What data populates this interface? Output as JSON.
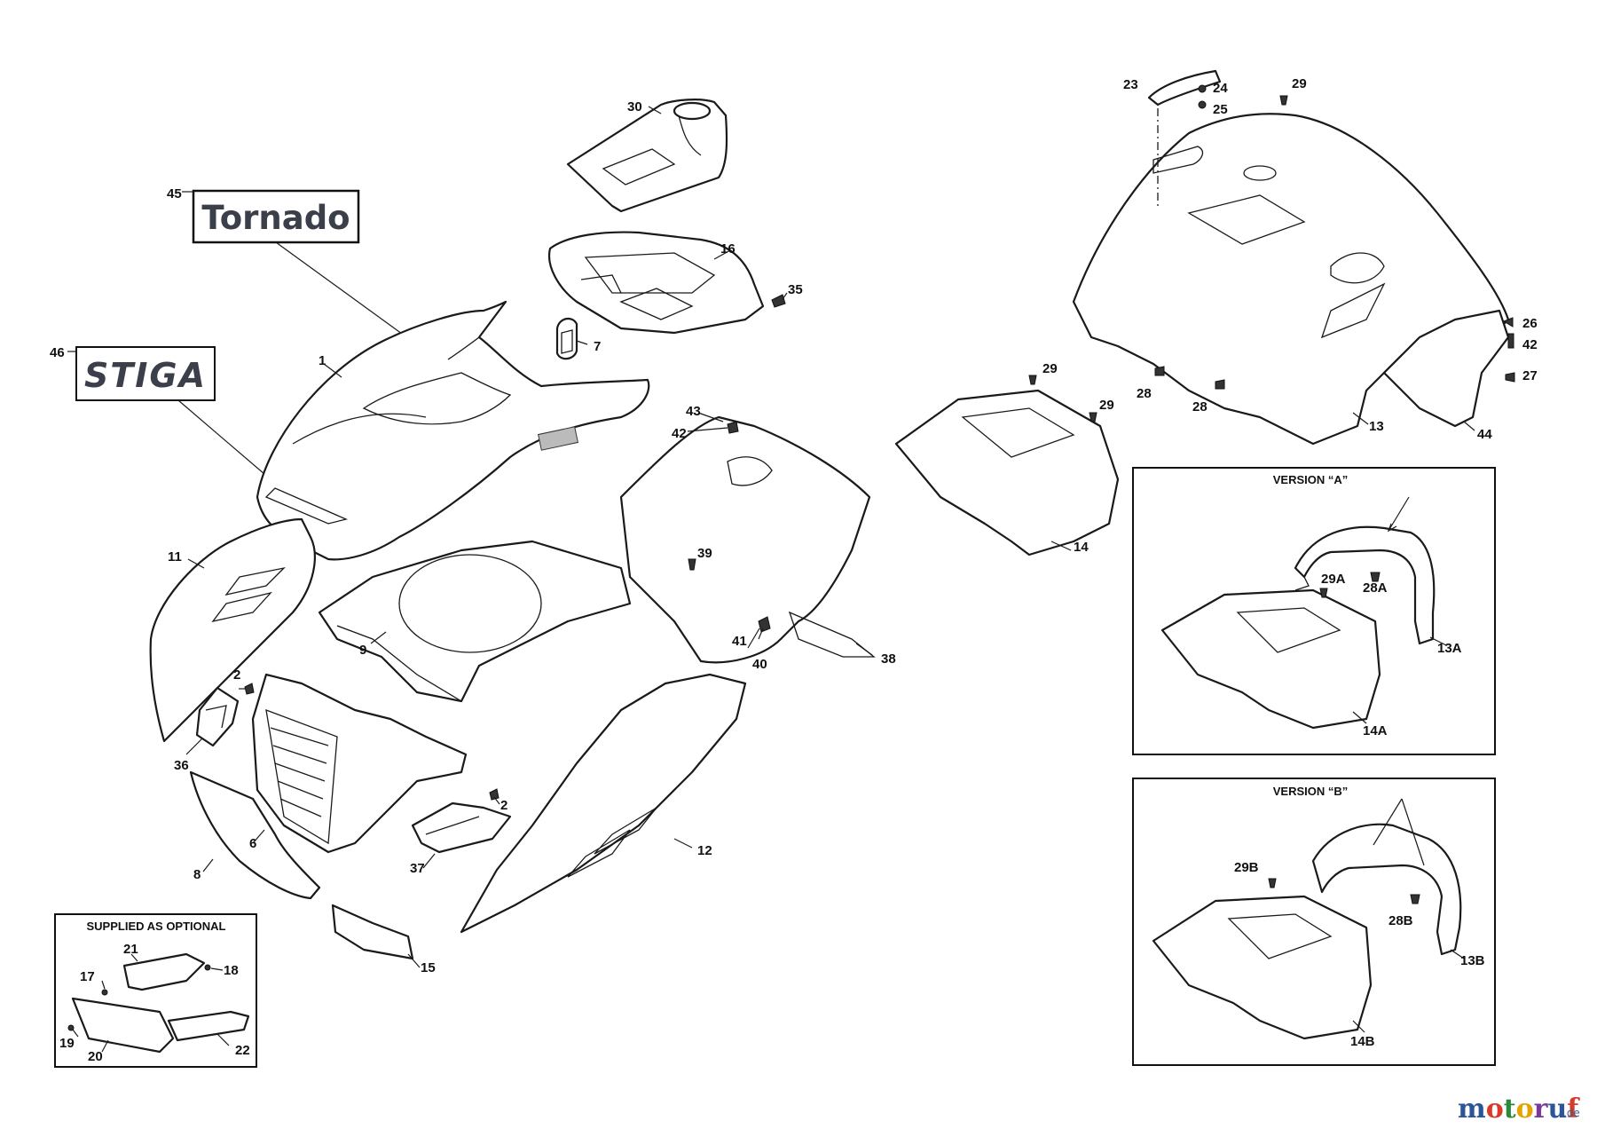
{
  "decals": {
    "tornado": "Tornado",
    "stiga": "STIGA"
  },
  "boxes": {
    "optional": "SUPPLIED AS OPTIONAL",
    "version_a": "VERSION “A”",
    "version_b": "VERSION “B”"
  },
  "watermark": {
    "brand": "motoruf",
    "suffix": ".de",
    "colors": [
      "#2a5599",
      "#d93a2b",
      "#2a8a3a",
      "#e6a300",
      "#7a3a99",
      "#2a5599",
      "#d93a2b"
    ]
  },
  "parts": {
    "p1": "1",
    "p2a": "2",
    "p2b": "2",
    "p6": "6",
    "p7": "7",
    "p8": "8",
    "p9": "9",
    "p11": "11",
    "p12": "12",
    "p13": "13",
    "p14": "14",
    "p15": "15",
    "p16": "16",
    "p17": "17",
    "p18": "18",
    "p19": "19",
    "p20": "20",
    "p21": "21",
    "p22": "22",
    "p23": "23",
    "p24": "24",
    "p25": "25",
    "p26": "26",
    "p27": "27",
    "p28a": "28",
    "p28b": "28",
    "p29a": "29",
    "p29b": "29",
    "p29c": "29",
    "p30": "30",
    "p35": "35",
    "p36": "36",
    "p37": "37",
    "p38": "38",
    "p39": "39",
    "p40": "40",
    "p41": "41",
    "p42a": "42",
    "p42b": "42",
    "p43": "43",
    "p44": "44",
    "p45": "45",
    "p46": "46",
    "p13A": "13A",
    "p14A": "14A",
    "p28A": "28A",
    "p29A": "29A",
    "p13B": "13B",
    "p14B": "14B",
    "p28B": "28B",
    "p29B": "29B"
  }
}
